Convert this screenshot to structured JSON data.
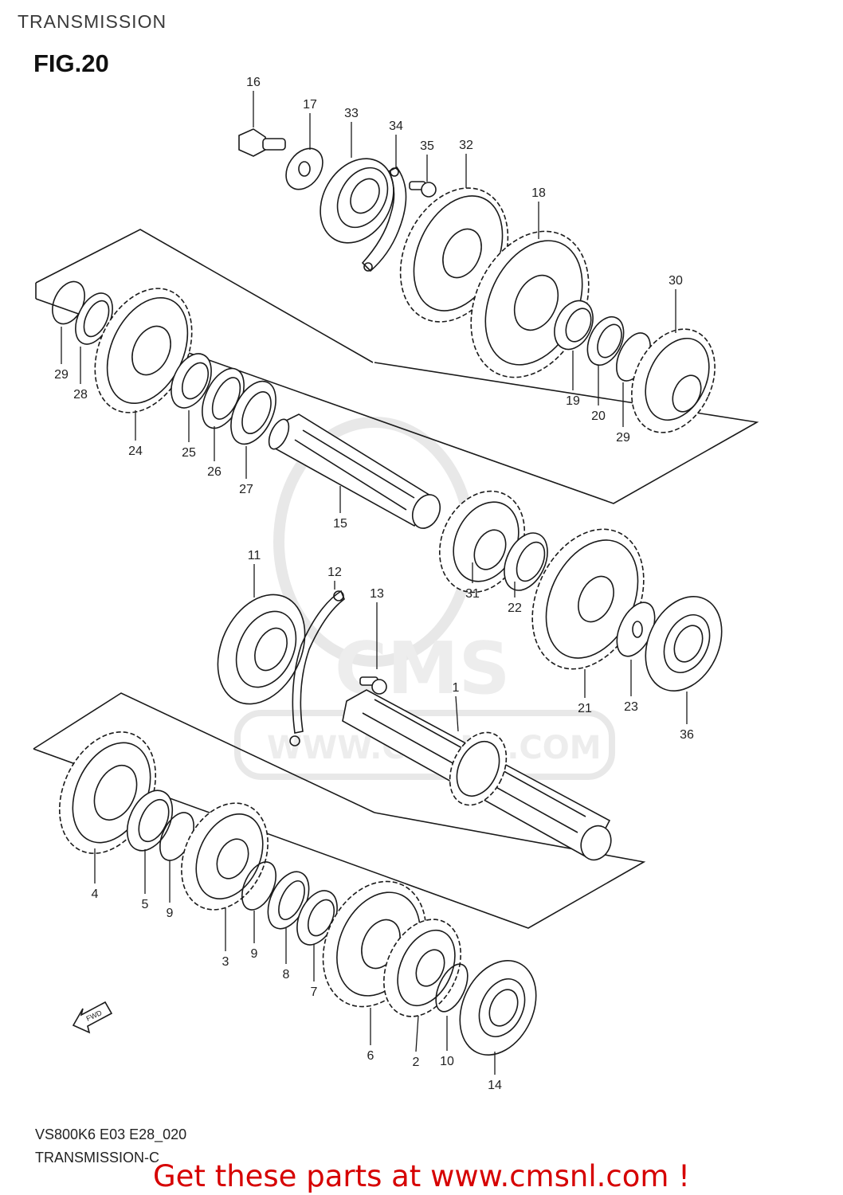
{
  "header": {
    "title": "TRANSMISSION",
    "figure": "FIG.20"
  },
  "watermark": {
    "text": "WWW.CMSNL.COM",
    "logo_text": "CMS"
  },
  "direction_marker": {
    "label": "FWD"
  },
  "callouts": [
    "1",
    "2",
    "3",
    "4",
    "5",
    "6",
    "7",
    "8",
    "9",
    "9",
    "10",
    "11",
    "12",
    "13",
    "14",
    "15",
    "16",
    "17",
    "18",
    "19",
    "20",
    "21",
    "22",
    "23",
    "24",
    "25",
    "26",
    "27",
    "28",
    "29",
    "29",
    "30",
    "31",
    "32",
    "33",
    "34",
    "35",
    "36"
  ],
  "footer": {
    "model": "VS800K6 E03 E28_020",
    "section": "TRANSMISSION-C"
  },
  "cta": {
    "text": "Get these parts at www.cmsnl.com !"
  },
  "colors": {
    "cta": "#d60000",
    "line": "#1a1a1a",
    "watermark": "#e6e6e6"
  }
}
